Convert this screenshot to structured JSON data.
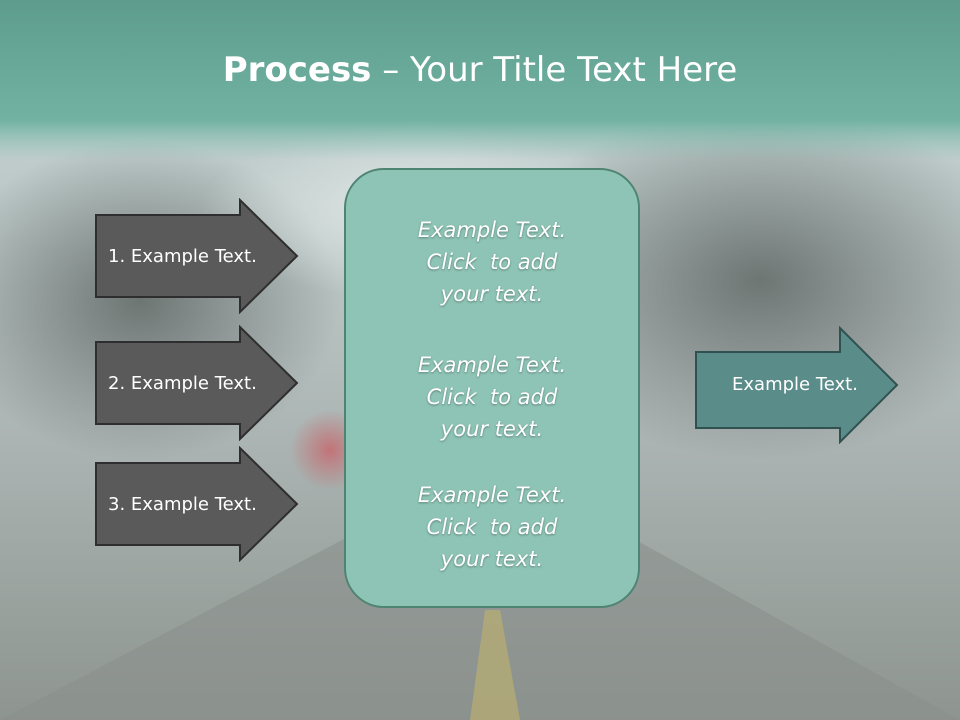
{
  "title": {
    "bold": "Process",
    "rest": " – Your Title Text Here"
  },
  "left_arrows": [
    "1. Example Text.",
    "2. Example Text.",
    "3. Example Text."
  ],
  "center_blocks": [
    [
      "Example Text.",
      "Click  to add",
      "your text."
    ],
    [
      "Example Text.",
      "Click  to add",
      "your text."
    ],
    [
      "Example Text.",
      "Click  to add",
      "your text."
    ]
  ],
  "right_arrow": "Example Text.",
  "colors": {
    "header": "#6fb0a0",
    "left_arrow": "#5a5a5a",
    "center_box": "#8ec4b6",
    "right_arrow": "#5a8c8a"
  }
}
